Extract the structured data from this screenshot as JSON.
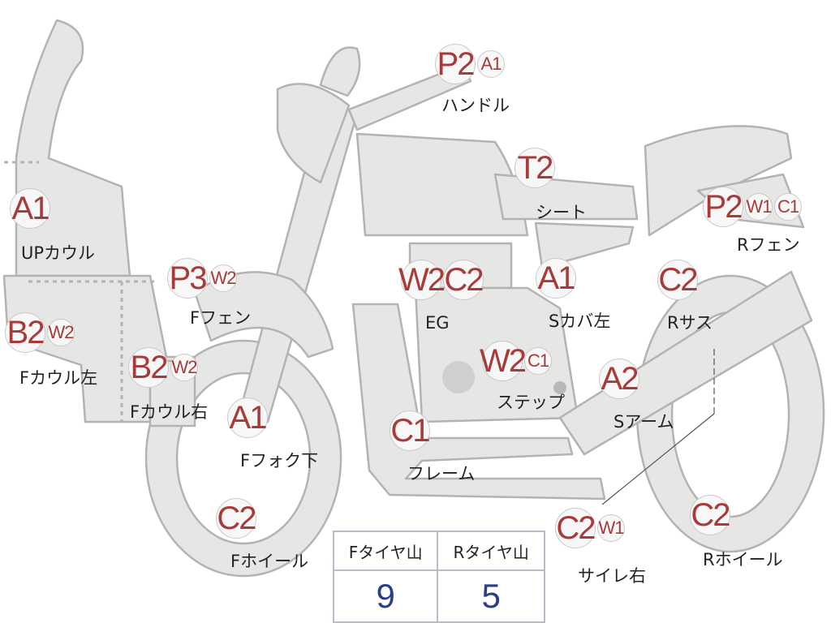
{
  "colors": {
    "grade_text": "#a83a3a",
    "part_fill": "#e6e6e4",
    "part_stroke": "#b3b3b3",
    "tire_value": "#2b3e8a"
  },
  "parts": [
    {
      "id": "up-cowl",
      "label": "UPカウル",
      "grades": [
        "A1"
      ]
    },
    {
      "id": "f-cowl-left",
      "label": "Fカウル左",
      "grades": [
        "B2",
        "W2"
      ]
    },
    {
      "id": "f-cowl-right",
      "label": "Fカウル右",
      "grades": [
        "B2",
        "W2"
      ]
    },
    {
      "id": "f-fender",
      "label": "Fフェン",
      "grades": [
        "P3",
        "W2"
      ]
    },
    {
      "id": "f-fork-lower",
      "label": "Fフォク下",
      "grades": [
        "A1"
      ]
    },
    {
      "id": "f-wheel",
      "label": "Fホイール",
      "grades": [
        "C2"
      ]
    },
    {
      "id": "handle",
      "label": "ハンドル",
      "grades": [
        "P2",
        "A1"
      ]
    },
    {
      "id": "seat",
      "label": "シート",
      "grades": [
        "T2"
      ]
    },
    {
      "id": "engine",
      "label": "EG",
      "grades": [
        "W2",
        "C2"
      ]
    },
    {
      "id": "side-cover-l",
      "label": "Sカバ左",
      "grades": [
        "A1"
      ]
    },
    {
      "id": "step",
      "label": "ステップ",
      "grades": [
        "W2",
        "C1"
      ]
    },
    {
      "id": "frame",
      "label": "フレーム",
      "grades": [
        "C1"
      ]
    },
    {
      "id": "swing-arm",
      "label": "Sアーム",
      "grades": [
        "A2"
      ]
    },
    {
      "id": "r-fender",
      "label": "Rフェン",
      "grades": [
        "P2",
        "W1",
        "C1"
      ]
    },
    {
      "id": "r-suspension",
      "label": "Rサス",
      "grades": [
        "C2"
      ]
    },
    {
      "id": "muffler-right",
      "label": "サイレ右",
      "grades": [
        "C2",
        "W1"
      ]
    },
    {
      "id": "r-wheel",
      "label": "Rホイール",
      "grades": [
        "C2"
      ]
    }
  ],
  "tire_tread": {
    "headers": [
      "Fタイヤ山",
      "Rタイヤ山"
    ],
    "values": [
      "9",
      "5"
    ]
  }
}
